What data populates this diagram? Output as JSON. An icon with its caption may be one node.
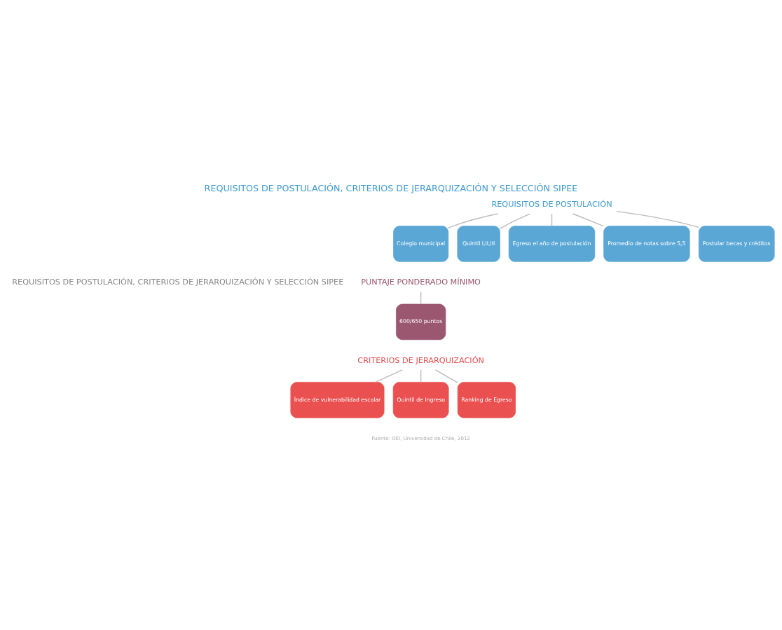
{
  "diagram": {
    "title": "REQUISITOS DE POSTULACIÓN, CRITERIOS DE JERARQUIZACIÓN Y SELECCIÓN SIPEE",
    "nodes": [
      {
        "text": [
          "REQUISITOS DE POSTULACIÓN"
        ]
      },
      {
        "text": [
          "Colegio municipal"
        ]
      },
      {
        "text": [
          "Quintil I,II,III"
        ]
      },
      {
        "text": [
          "Egreso el año de postulación"
        ]
      },
      {
        "text": [
          "Promedio de notas sobre 5,5"
        ]
      },
      {
        "text": [
          "Postular becas y créditos"
        ]
      },
      {
        "text": [
          "PUNTAJE PONDERADO MÍNIMO"
        ]
      },
      {
        "text": [
          "600/650 puntos"
        ]
      },
      {
        "text": [
          "CRITERIOS DE JERARQUIZACIÓN"
        ]
      },
      {
        "text": [
          "Índice de vulnerabilidad escolar"
        ]
      },
      {
        "text": [
          "Quintil de Ingreso"
        ]
      },
      {
        "text": [
          "Ranking de Egreso"
        ]
      }
    ],
    "edges": [
      {
        "from": 0,
        "to": 1,
        "arrow": "none"
      },
      {
        "from": 0,
        "to": 2,
        "arrow": "none"
      },
      {
        "from": 0,
        "to": 3,
        "arrow": "none"
      },
      {
        "from": 0,
        "to": 4,
        "arrow": "none"
      },
      {
        "from": 0,
        "to": 5,
        "arrow": "none"
      },
      {
        "from": 6,
        "to": 7,
        "arrow": "none"
      },
      {
        "from": 8,
        "to": 9,
        "arrow": "none"
      },
      {
        "from": 8,
        "to": 10,
        "arrow": "none"
      },
      {
        "from": 8,
        "to": 11,
        "arrow": "none"
      }
    ],
    "labels": [
      "REQUISITOS DE POSTULACIÓN, CRITERIOS DE JERARQUIZACIÓN Y SELECCIÓN SIPEE",
      "Fuente: OEI, Universidad de Chile, 2012"
    ]
  }
}
